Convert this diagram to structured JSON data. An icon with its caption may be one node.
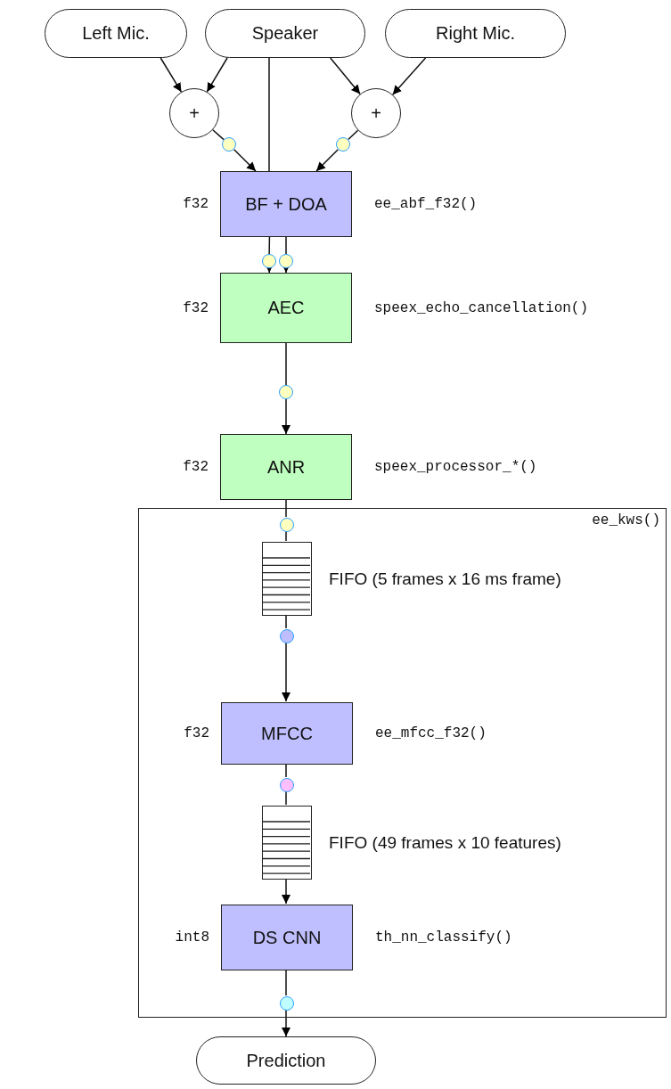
{
  "diagram": {
    "nodes": [
      {
        "text": [
          "Left Mic."
        ]
      },
      {
        "text": [
          "Speaker"
        ]
      },
      {
        "text": [
          "Right Mic."
        ]
      },
      {
        "text": [
          "+"
        ]
      },
      {
        "text": [
          "+"
        ]
      },
      {
        "text": [],
        "shape": "circle"
      },
      {
        "text": [],
        "shape": "circle"
      },
      {
        "text": [
          "BF + DOA"
        ],
        "beside": [
          "f32",
          "ee_abf_f32()"
        ]
      },
      {
        "text": [],
        "shape": "circle"
      },
      {
        "text": [],
        "shape": "circle"
      },
      {
        "text": [
          "AEC"
        ],
        "beside": [
          "f32",
          "speex_echo_cancellation()"
        ]
      },
      {
        "text": [],
        "shape": "circle"
      },
      {
        "text": [
          "ANR"
        ],
        "beside": [
          "f32",
          "speex_processor_*()"
        ]
      },
      {
        "text": [
          "ee_kws()"
        ]
      },
      {
        "text": [],
        "shape": "circle",
        "in": 13
      },
      {
        "text": [],
        "shape": "box",
        "beside": [
          "FIFO (5 frames x 16 ms frame)"
        ],
        "in": 13
      },
      {
        "text": [],
        "shape": "circle",
        "in": 13
      },
      {
        "text": [
          "MFCC"
        ],
        "beside": [
          "f32",
          "ee_mfcc_f32()"
        ],
        "in": 13
      },
      {
        "text": [],
        "shape": "circle",
        "in": 13
      },
      {
        "text": [],
        "shape": "box",
        "beside": [
          "FIFO (49 frames x 10 features)"
        ],
        "in": 13
      },
      {
        "text": [
          "DS CNN"
        ],
        "beside": [
          "int8",
          "th_nn_classify()"
        ],
        "in": 13
      },
      {
        "text": [],
        "shape": "circle",
        "in": 13
      },
      {
        "text": [
          "Prediction"
        ]
      }
    ],
    "edges": [
      {
        "from": 0,
        "to": 3,
        "arrow": "to"
      },
      {
        "from": 1,
        "to": 3,
        "arrow": "to"
      },
      {
        "from": 1,
        "to": 7,
        "arrow": "none"
      },
      {
        "from": 1,
        "to": 4,
        "arrow": "to"
      },
      {
        "from": 2,
        "to": 4,
        "arrow": "to"
      },
      {
        "from": 3,
        "to": 5,
        "arrow": "none"
      },
      {
        "from": 5,
        "to": 7,
        "arrow": "to"
      },
      {
        "from": 4,
        "to": 6,
        "arrow": "none"
      },
      {
        "from": 6,
        "to": 7,
        "arrow": "to"
      },
      {
        "from": 7,
        "to": 8,
        "arrow": "none"
      },
      {
        "from": 8,
        "to": 10,
        "arrow": "to"
      },
      {
        "from": 7,
        "to": 9,
        "arrow": "none"
      },
      {
        "from": 9,
        "to": 10,
        "arrow": "to"
      },
      {
        "from": 10,
        "to": 11,
        "arrow": "none"
      },
      {
        "from": 11,
        "to": 12,
        "arrow": "to"
      },
      {
        "from": 12,
        "to": 14,
        "arrow": "none"
      },
      {
        "from": 14,
        "to": 15,
        "arrow": "none"
      },
      {
        "from": 15,
        "to": 16,
        "arrow": "none"
      },
      {
        "from": 16,
        "to": 17,
        "arrow": "to"
      },
      {
        "from": 17,
        "to": 18,
        "arrow": "none"
      },
      {
        "from": 18,
        "to": 19,
        "arrow": "none"
      },
      {
        "from": 19,
        "to": 20,
        "arrow": "to"
      },
      {
        "from": 20,
        "to": 21,
        "arrow": "none"
      },
      {
        "from": 21,
        "to": 22,
        "arrow": "to"
      }
    ]
  }
}
